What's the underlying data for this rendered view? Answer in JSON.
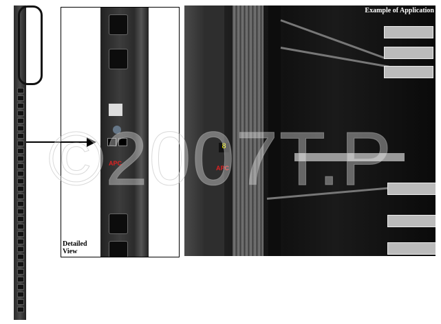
{
  "detail_label": "Detailed View",
  "photo_title": "Example of Application",
  "watermark": "©2007T.P",
  "brand": "APC",
  "display_digit": "8"
}
